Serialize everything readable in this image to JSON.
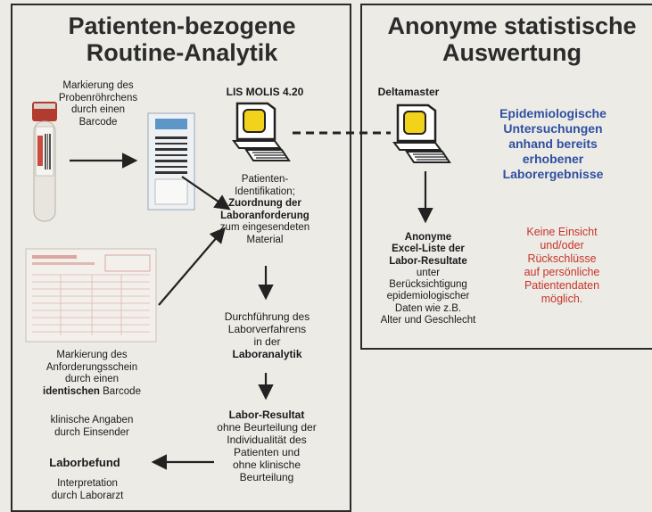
{
  "left": {
    "title_line1": "Patienten-bezogene",
    "title_line2": "Routine-Analytik",
    "barcode_caption": [
      "Markierung des",
      "Probenröhrchens",
      "durch einen",
      "Barcode"
    ],
    "lis_label": "LIS MOLIS 4.20",
    "patient_id_line1": "Patienten-",
    "patient_id_line2": "Identifikation;",
    "assignment_bold_line1": "Zuordnung der",
    "assignment_bold_line2": "Laboranforderung",
    "assignment_line3": "zum eingesendeten",
    "assignment_line4": "Material",
    "procedure": [
      "Durchführung des",
      "Laborverfahrens",
      "in der"
    ],
    "procedure_bold": "Laboranalytik",
    "result_bold": "Labor-Resultat",
    "result": [
      "ohne Beurteilung der",
      "Individualität des",
      "Patienten und",
      "ohne klinische",
      "Beurteilung"
    ],
    "form_caption": [
      "Markierung des",
      "Anforderungsschein",
      "durch einen"
    ],
    "form_caption_bold": "identischen",
    "form_caption_tail": " Barcode",
    "clinical": [
      "klinische Angaben",
      "durch Einsender"
    ],
    "report_bold": "Laborbefund",
    "interpretation": [
      "Interpretation",
      "durch Laborarzt"
    ]
  },
  "right": {
    "title_line1": "Anonyme statistische",
    "title_line2": "Auswertung",
    "deltamaster_label": "Deltamaster",
    "epidemiology": [
      "Epidemiologische",
      "Untersuchungen",
      "anhand bereits",
      "erhobener",
      "Laborergebnisse"
    ],
    "excel_bold": [
      "Anonyme",
      "Excel-Liste der",
      "Labor-Resultate"
    ],
    "excel": [
      "unter",
      "Berücksichtigung",
      "epidemiologischer",
      "Daten wie z.B.",
      "Alter und Geschlecht"
    ],
    "privacy": [
      "Keine Einsicht",
      "und/oder",
      "Rückschlüsse",
      "auf persönliche",
      "Patientendaten",
      "möglich."
    ]
  },
  "colors": {
    "background": "#ecebe6",
    "border": "#2a2a2a",
    "blue_text": "#2f4fa0",
    "red_text": "#c8352a",
    "computer_screen": "#f2d21a"
  },
  "icons": [
    "test-tube-icon",
    "barcode-tube-label-icon",
    "request-form-icon",
    "computer-icon"
  ]
}
